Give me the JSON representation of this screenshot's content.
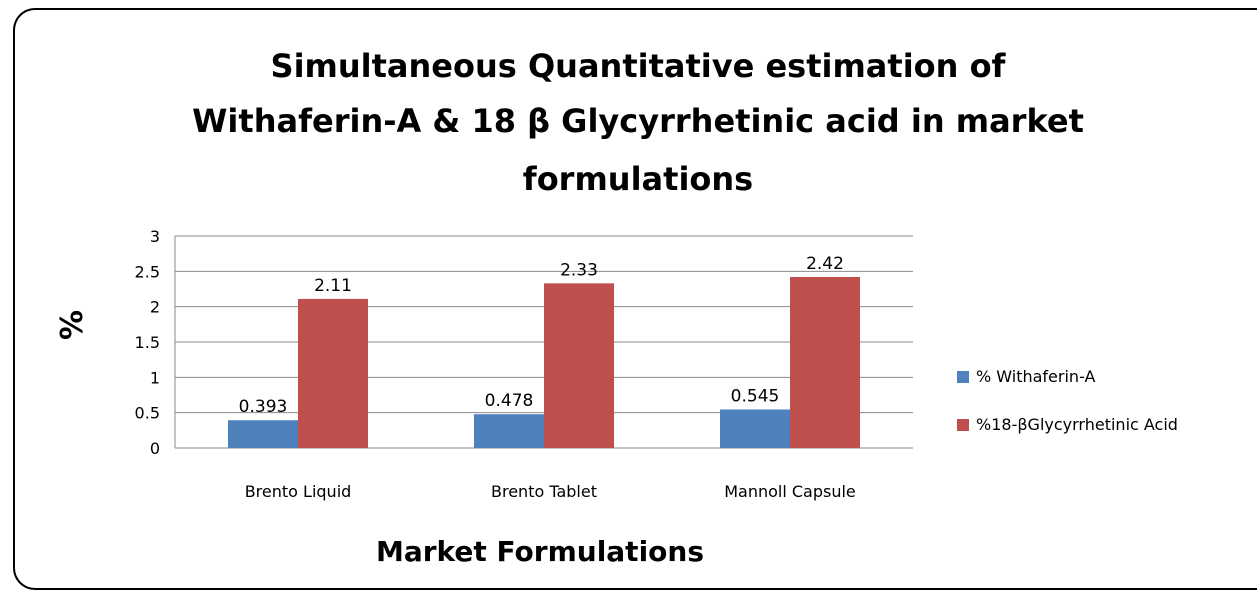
{
  "chart_data": {
    "type": "bar",
    "title_lines": [
      "Simultaneous Quantitative estimation of",
      "Withaferin-A & 18 β Glycyrrhetinic acid  in market",
      "formulations"
    ],
    "xlabel": "Market Formulations",
    "ylabel": "%",
    "ylim": [
      0,
      3
    ],
    "yticks": [
      "0",
      "0.5",
      "1",
      "1.5",
      "2",
      "2.5",
      "3"
    ],
    "categories": [
      "Brento Liquid",
      "Brento Tablet",
      "Mannoll Capsule"
    ],
    "series": [
      {
        "name": "% Withaferin-A",
        "color": "#4F81BD",
        "values": [
          0.393,
          0.478,
          0.545
        ],
        "labels": [
          "0.393",
          "0.478",
          "0.545"
        ]
      },
      {
        "name": "%18-βGlycyrrhetinic Acid",
        "color": "#C0504D",
        "values": [
          2.11,
          2.33,
          2.42
        ],
        "labels": [
          "2.11",
          "2.33",
          "2.42"
        ]
      }
    ],
    "grid": true,
    "legend_position": "right"
  }
}
